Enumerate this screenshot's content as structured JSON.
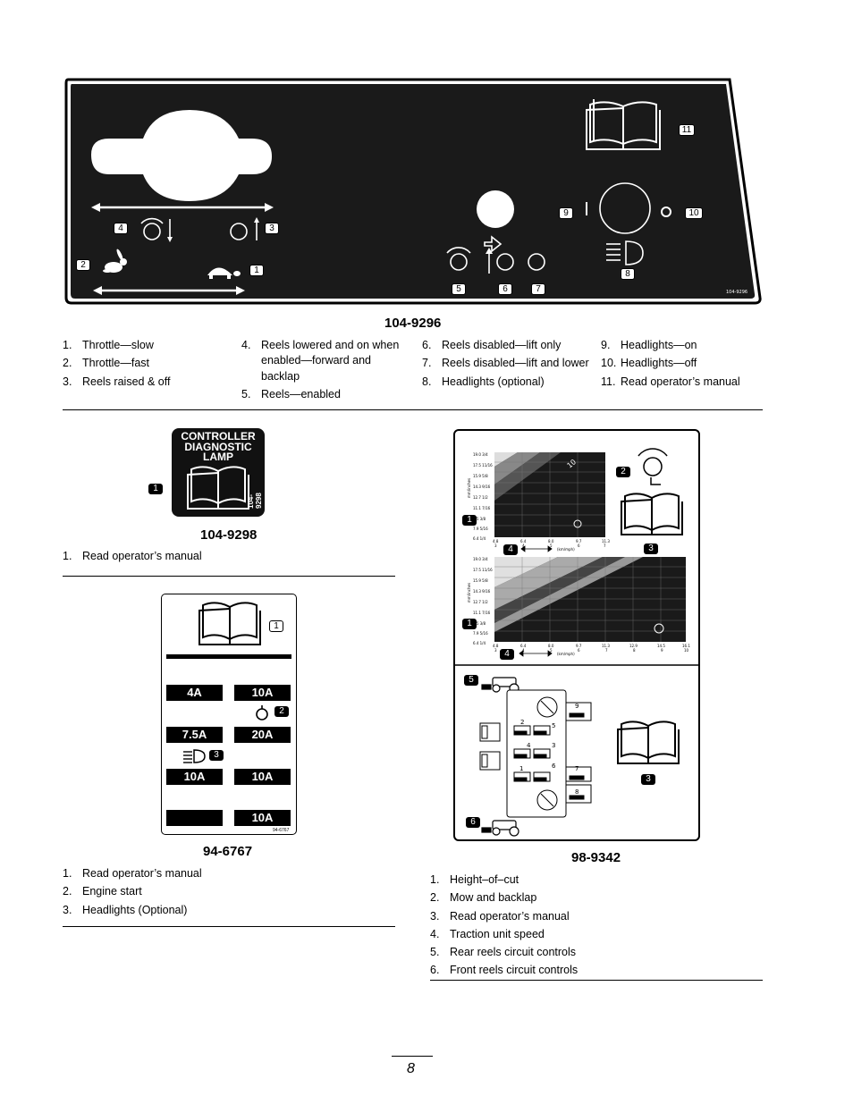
{
  "decal_104_9296": {
    "id": "104-9296",
    "panel_code": "104-9296",
    "callouts": [
      "1",
      "2",
      "3",
      "4",
      "5",
      "6",
      "7",
      "8",
      "9",
      "10",
      "11"
    ],
    "legend": [
      {
        "num": "1.",
        "text": "Throttle—slow"
      },
      {
        "num": "2.",
        "text": "Throttle—fast"
      },
      {
        "num": "3.",
        "text": "Reels raised & off"
      },
      {
        "num": "4.",
        "text": "Reels lowered and on when enabled—forward and backlap"
      },
      {
        "num": "5.",
        "text": "Reels—enabled"
      },
      {
        "num": "6.",
        "text": "Reels disabled—lift only"
      },
      {
        "num": "7.",
        "text": "Reels disabled—lift and lower"
      },
      {
        "num": "8.",
        "text": "Headlights (optional)"
      },
      {
        "num": "9.",
        "text": "Headlights—on"
      },
      {
        "num": "10.",
        "text": "Headlights—off"
      },
      {
        "num": "11.",
        "text": "Read operator’s manual"
      }
    ]
  },
  "decal_104_9298": {
    "id": "104-9298",
    "label_line1": "CONTROLLER",
    "label_line2": "DIAGNOSTIC",
    "label_line3": "LAMP",
    "side_code": "104-9298",
    "callout": "1",
    "legend": [
      {
        "num": "1.",
        "text": "Read operator’s manual"
      }
    ]
  },
  "decal_94_6767": {
    "id": "94-6767",
    "small_code": "94-6767",
    "fuses": [
      "4A",
      "10A",
      "7.5A",
      "20A",
      "10A",
      "10A",
      "",
      "10A"
    ],
    "callouts": [
      "1",
      "2",
      "3"
    ],
    "legend": [
      {
        "num": "1.",
        "text": "Read operator’s manual"
      },
      {
        "num": "2.",
        "text": "Engine start"
      },
      {
        "num": "3.",
        "text": "Headlights (Optional)"
      }
    ]
  },
  "decal_98_9342": {
    "id": "98-9342",
    "chart_top": {
      "y_ticks": [
        "19.0 3/4",
        "17.5 11/16",
        "15.9 5/8",
        "14.3 9/16",
        "12.7 1/2",
        "11.1 7/16",
        "9.5 3/8",
        "7.9 5/16",
        "6.4 1/4"
      ],
      "x_ticks_top": [
        "4.8",
        "6.4",
        "8.0",
        "9.7",
        "11.3"
      ],
      "x_ticks_bottom": [
        "3",
        "4",
        "5",
        "6",
        "7"
      ],
      "x_unit": "(km/mph)",
      "y_unit": "mm/inches",
      "blade_label": "10"
    },
    "chart_bottom": {
      "y_ticks": [
        "19.0 3/4",
        "17.5 11/16",
        "15.9 5/8",
        "14.3 9/16",
        "12.7 1/2",
        "11.1 7/16",
        "9.5 3/8",
        "7.9 5/16",
        "6.4 1/4"
      ],
      "x_ticks_top": [
        "4.8",
        "6.4",
        "8.0",
        "9.7",
        "11.3",
        "12.9",
        "14.5",
        "16.1"
      ],
      "x_ticks_bottom": [
        "3",
        "4",
        "5",
        "6",
        "7",
        "8",
        "9",
        "10"
      ],
      "x_unit": "(km/mph)",
      "y_unit": "mm/inches"
    },
    "valve_numbers": [
      "1",
      "2",
      "3",
      "4",
      "5",
      "6",
      "7",
      "8",
      "9"
    ],
    "callouts": [
      "1",
      "2",
      "3",
      "4",
      "5",
      "6"
    ],
    "legend": [
      {
        "num": "1.",
        "text": "Height–of–cut"
      },
      {
        "num": "2.",
        "text": "Mow and backlap"
      },
      {
        "num": "3.",
        "text": "Read operator’s manual"
      },
      {
        "num": "4.",
        "text": "Traction unit speed"
      },
      {
        "num": "5.",
        "text": "Rear reels circuit controls"
      },
      {
        "num": "6.",
        "text": "Front reels circuit controls"
      }
    ]
  },
  "page_number": "8",
  "icons": [
    "rabbit-icon",
    "turtle-icon",
    "manual-book-icon",
    "headlight-icon",
    "reel-icon",
    "mower-icon"
  ]
}
